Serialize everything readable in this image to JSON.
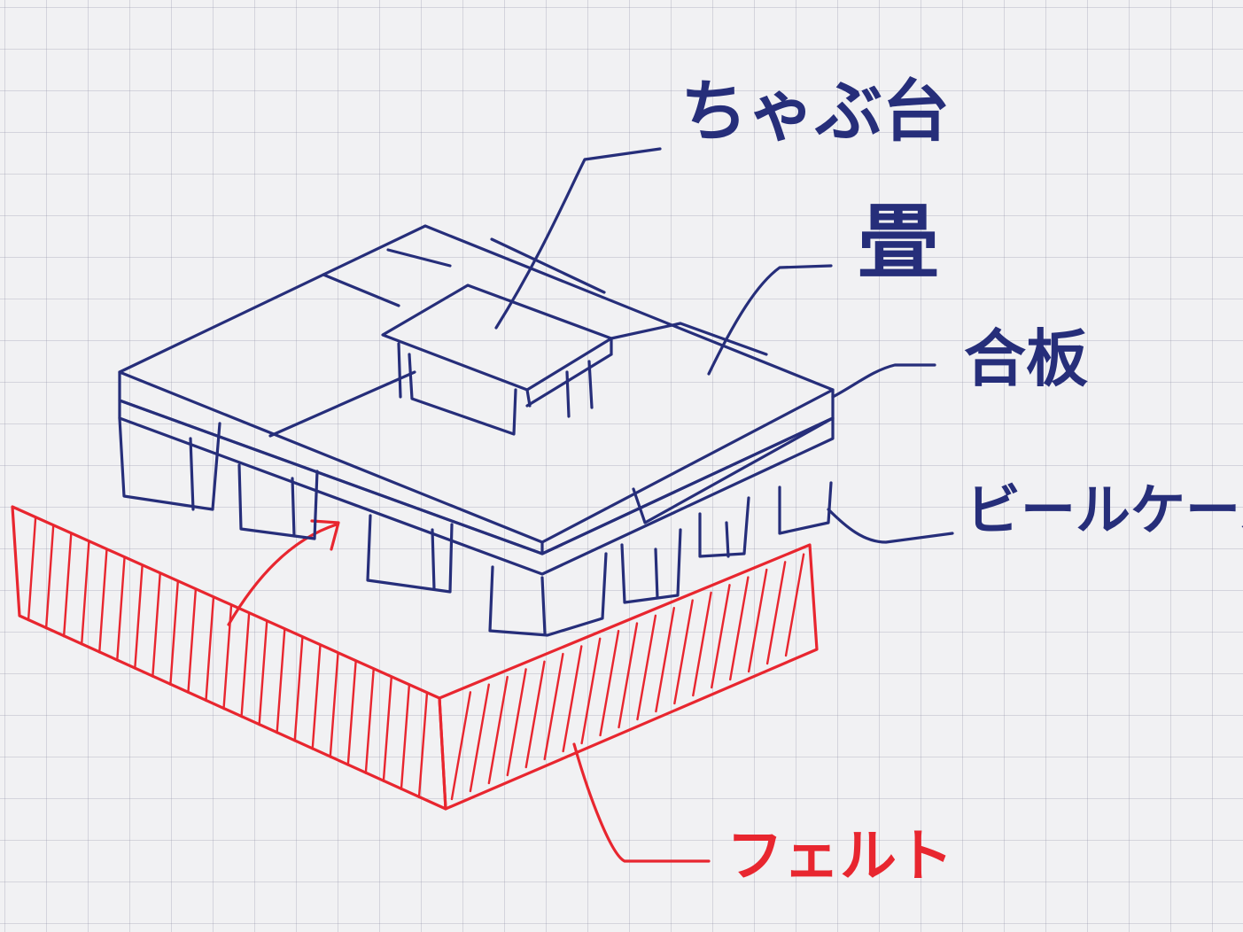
{
  "labels": {
    "chabudai": "ちゃぶ台",
    "tatami": "畳",
    "plywood": "合板",
    "beer_crate": "ビールケース",
    "felt": "フェルト"
  },
  "colors": {
    "ink_blue": "#262e7a",
    "ink_red": "#e8262f"
  }
}
